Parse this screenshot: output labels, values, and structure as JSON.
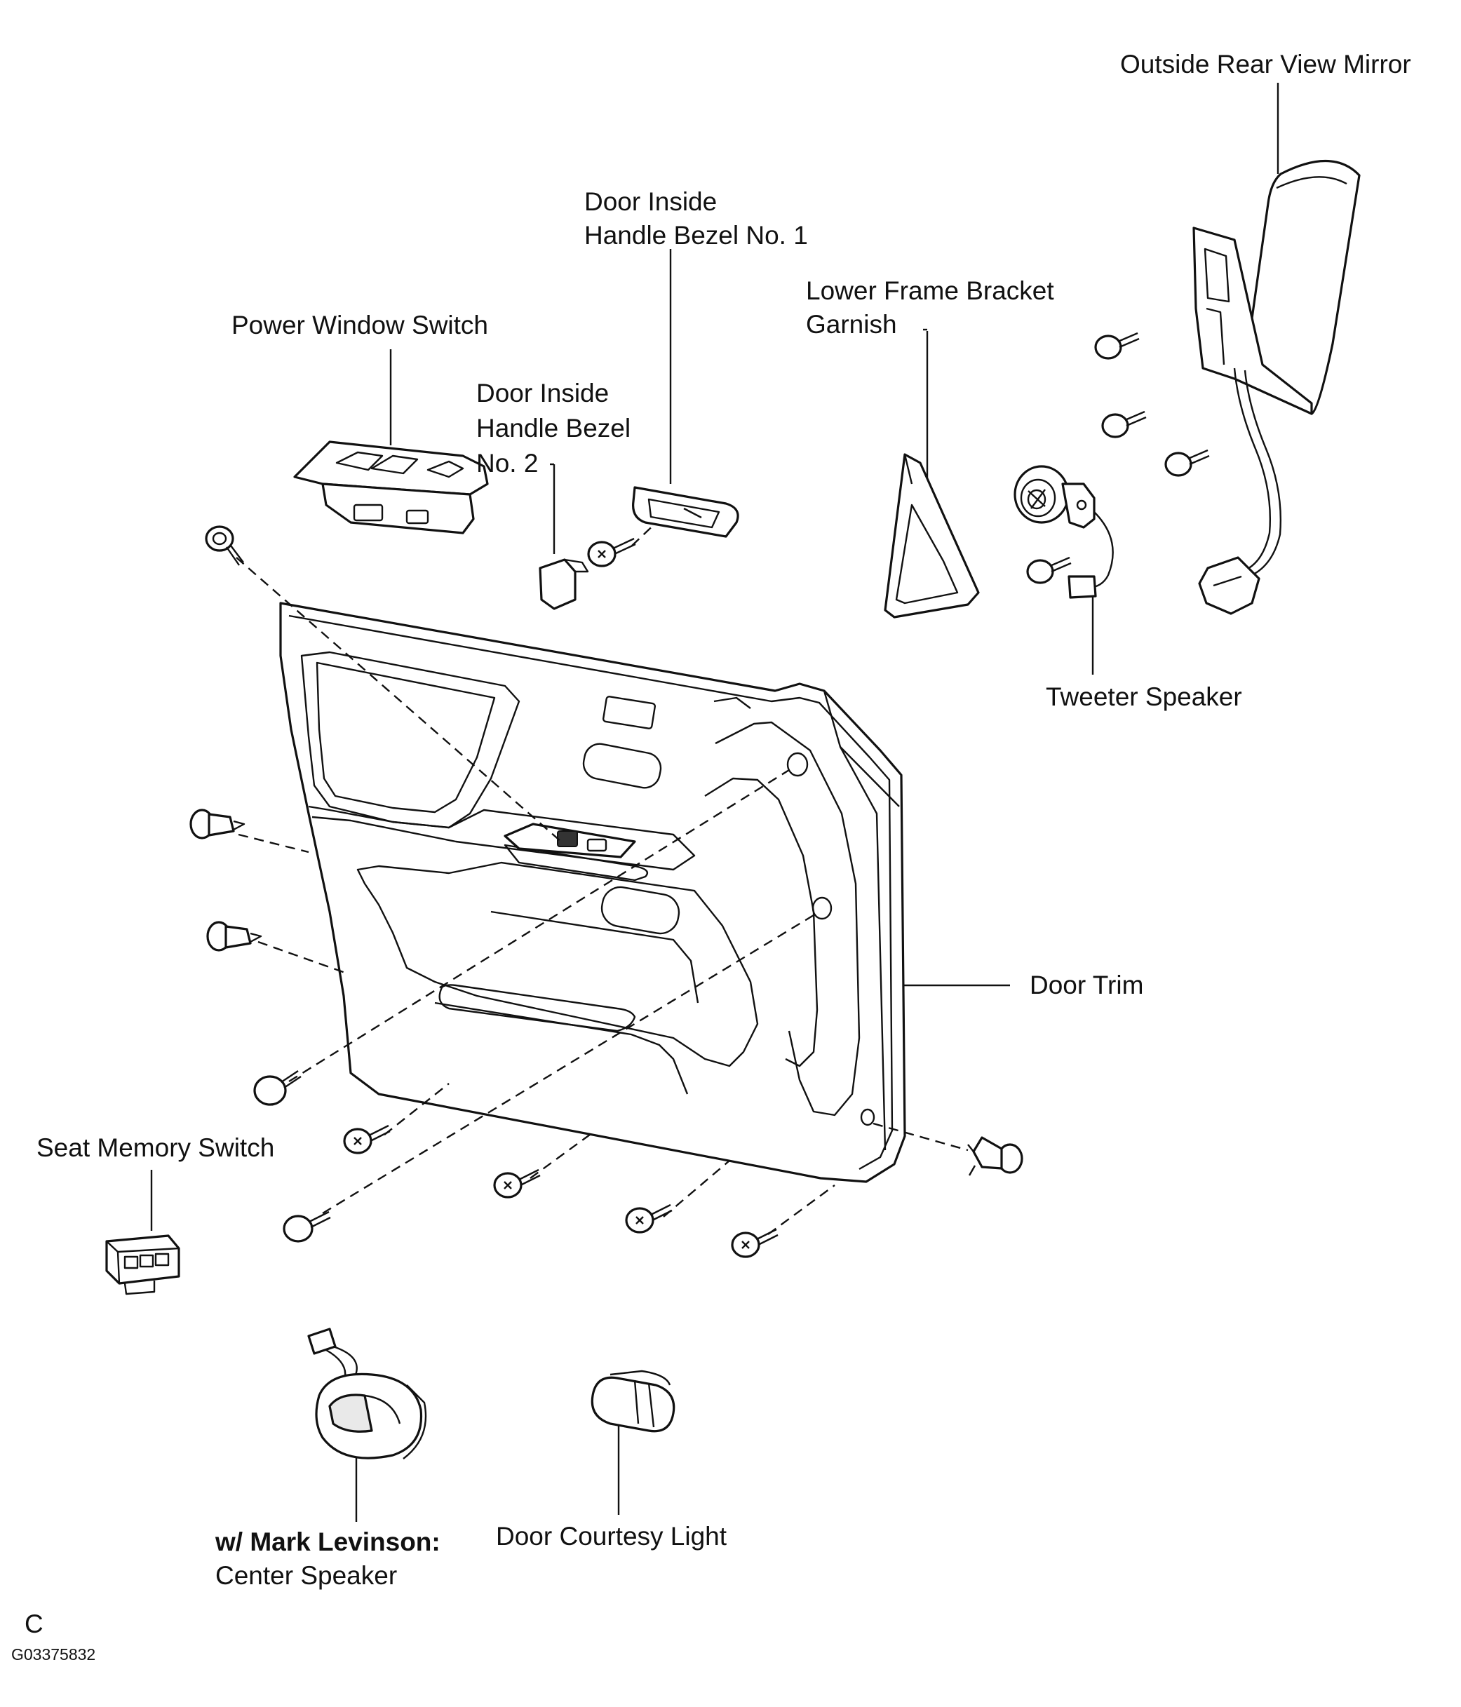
{
  "labels": {
    "outside_rear_view_mirror": "Outside Rear View Mirror",
    "door_inside_handle_bezel_no1_line1": "Door Inside",
    "door_inside_handle_bezel_no1_line2": "Handle Bezel No. 1",
    "lower_frame_bracket_garnish_line1": "Lower Frame Bracket",
    "lower_frame_bracket_garnish_line2": "Garnish",
    "power_window_switch": "Power Window Switch",
    "door_inside_handle_bezel_no2_line1": "Door Inside",
    "door_inside_handle_bezel_no2_line2": "Handle Bezel",
    "door_inside_handle_bezel_no2_line3": "No. 2",
    "tweeter_speaker": "Tweeter Speaker",
    "door_trim": "Door Trim",
    "seat_memory_switch": "Seat Memory Switch",
    "mark_levinson_prefix": "w/ Mark Levinson:",
    "center_speaker": "Center Speaker",
    "door_courtesy_light": "Door Courtesy Light"
  },
  "footer": {
    "letter": "C",
    "figure_code": "G03375832"
  }
}
